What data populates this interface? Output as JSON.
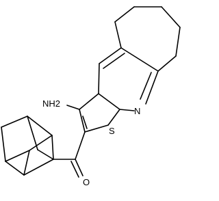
{
  "molecule": {
    "labels": {
      "amine": "NH2",
      "nitrogen": "N",
      "sulfur": "S",
      "oxygen": "O"
    }
  }
}
